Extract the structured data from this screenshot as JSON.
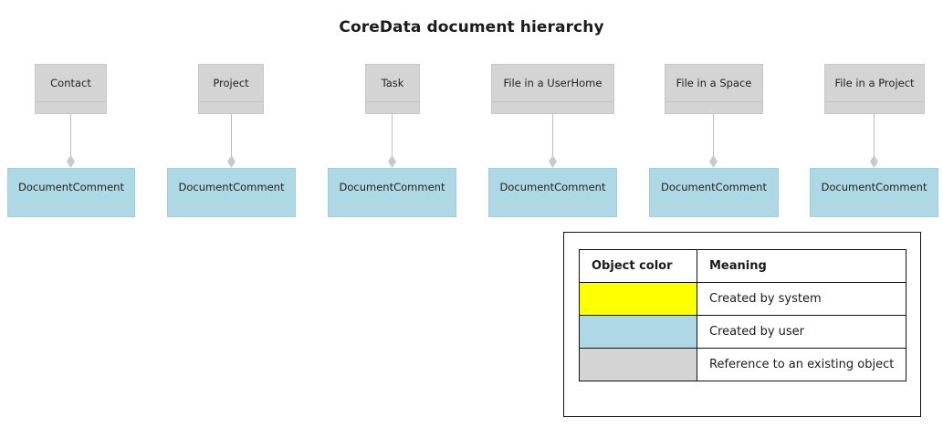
{
  "title": "CoreData document hierarchy",
  "colors": {
    "created_by_system": "#FFFF00",
    "created_by_user": "#AED8E6",
    "reference_to_existing_object": "#D4D4D4",
    "connector": "#BDBDBD",
    "legend_border": "#111111"
  },
  "groups": [
    {
      "parent": "Contact",
      "child": "DocumentComment"
    },
    {
      "parent": "Project",
      "child": "DocumentComment"
    },
    {
      "parent": "Task",
      "child": "DocumentComment"
    },
    {
      "parent": "File in a UserHome",
      "child": "DocumentComment"
    },
    {
      "parent": "File in a Space",
      "child": "DocumentComment"
    },
    {
      "parent": "File in a Project",
      "child": "DocumentComment"
    }
  ],
  "legend": {
    "headers": [
      "Object color",
      "Meaning"
    ],
    "rows": [
      {
        "color": "#FFFF00",
        "meaning": "Created by system"
      },
      {
        "color": "#AED8E6",
        "meaning": "Created by user"
      },
      {
        "color": "#D4D4D4",
        "meaning": "Reference to an existing object"
      }
    ]
  }
}
